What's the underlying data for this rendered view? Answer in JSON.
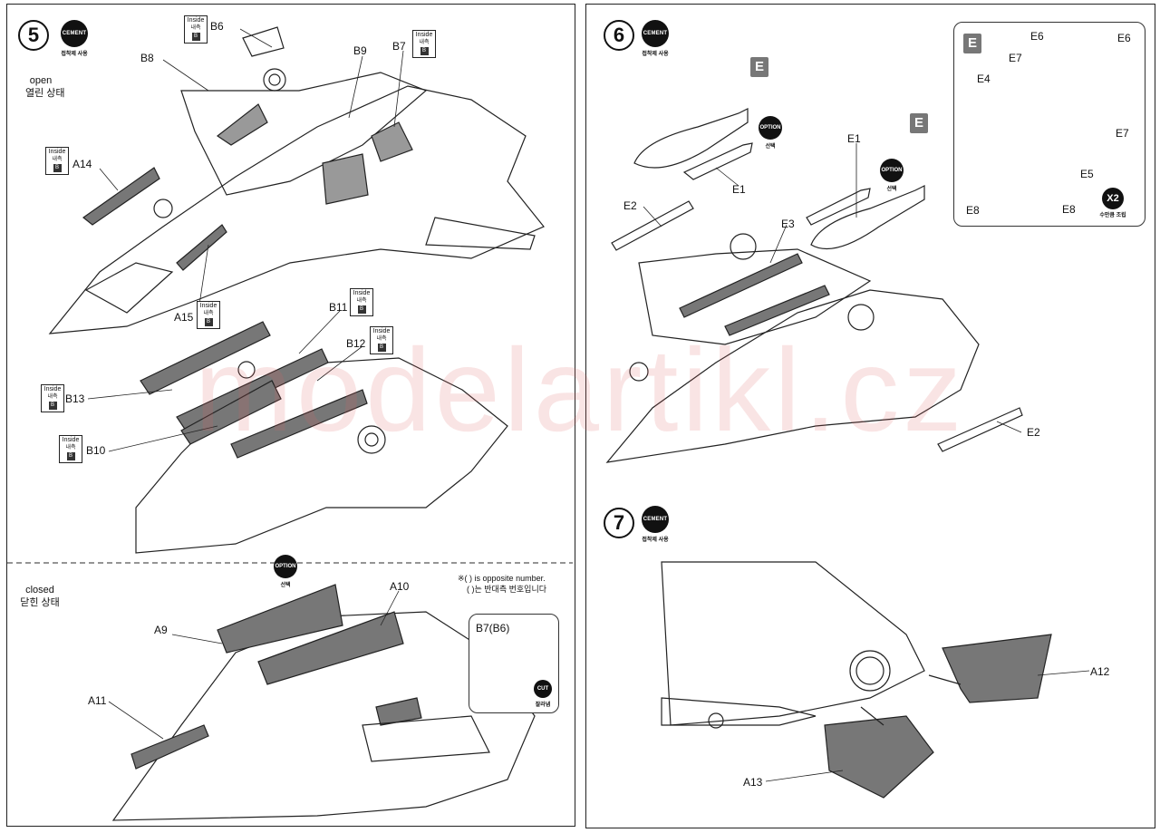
{
  "steps": {
    "s5": {
      "number": "5",
      "open_en": "open",
      "open_ko": "열린 상태",
      "closed_en": "closed",
      "closed_ko": "닫힌 상태"
    },
    "s6": {
      "number": "6"
    },
    "s7": {
      "number": "7"
    }
  },
  "cement": {
    "badge": "CEMENT",
    "caption": "접착제 사용"
  },
  "inside_tag": {
    "en": "Inside",
    "ko": "내측",
    "icon": "B"
  },
  "option": {
    "badge": "OPTION",
    "caption": "선택"
  },
  "cut": {
    "badge": "CUT",
    "caption": "잘라냄"
  },
  "x2": {
    "badge": "X2",
    "caption": "수만큼 조립"
  },
  "note": {
    "line1": "※( ) is opposite number.",
    "line2": "( )는 반대측 번호입니다"
  },
  "inset_b7": {
    "label": "B7(B6)"
  },
  "parts": {
    "B6": "B6",
    "B7": "B7",
    "B8": "B8",
    "B9": "B9",
    "A14": "A14",
    "A15": "A15",
    "B11": "B11",
    "B12": "B12",
    "B13": "B13",
    "B10": "B10",
    "A9": "A9",
    "A10": "A10",
    "A11": "A11",
    "E1": "E1",
    "E2": "E2",
    "E3": "E3",
    "E4": "E4",
    "E5": "E5",
    "E6": "E6",
    "E7": "E7",
    "E8": "E8",
    "A12": "A12",
    "A13": "A13"
  },
  "e_badge": "E",
  "watermark": "modelartikl.cz"
}
